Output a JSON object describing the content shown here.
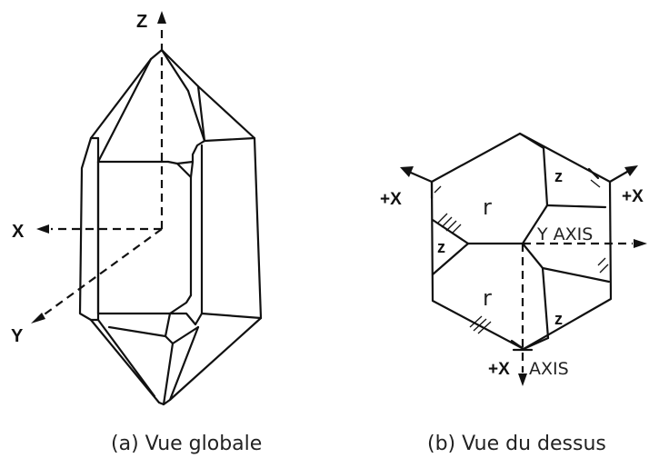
{
  "left_panel": {
    "caption": "(a)  Vue globale",
    "axes": {
      "z": "Z",
      "x": "X",
      "y": "Y"
    }
  },
  "right_panel": {
    "caption": "(b)  Vue du dessus",
    "face_labels": {
      "r_top": "r",
      "r_bottom": "r",
      "z_top_right": "z",
      "z_left": "z",
      "z_bottom_right": "z"
    },
    "axis_labels": {
      "plus_x_left": "+X",
      "plus_x_right": "+X",
      "y_axis": "Y AXIS",
      "plus_x_bottom": "+X",
      "axis_bottom": "AXIS"
    }
  }
}
